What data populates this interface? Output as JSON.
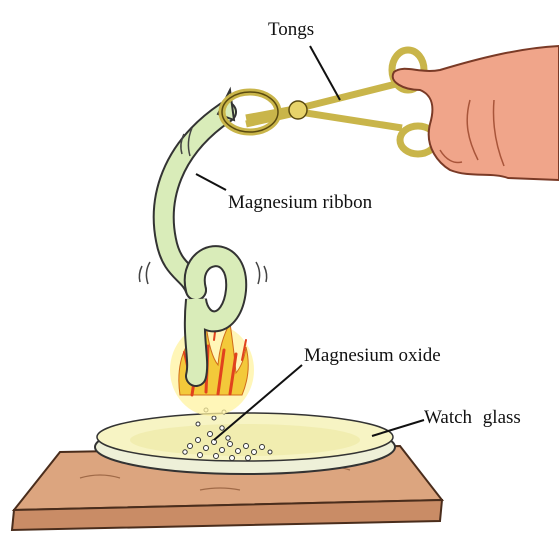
{
  "labels": {
    "tongs": "Tongs",
    "ribbon": "Magnesium ribbon",
    "oxide": "Magnesium oxide",
    "watch_glass": "Watch glass"
  }
}
